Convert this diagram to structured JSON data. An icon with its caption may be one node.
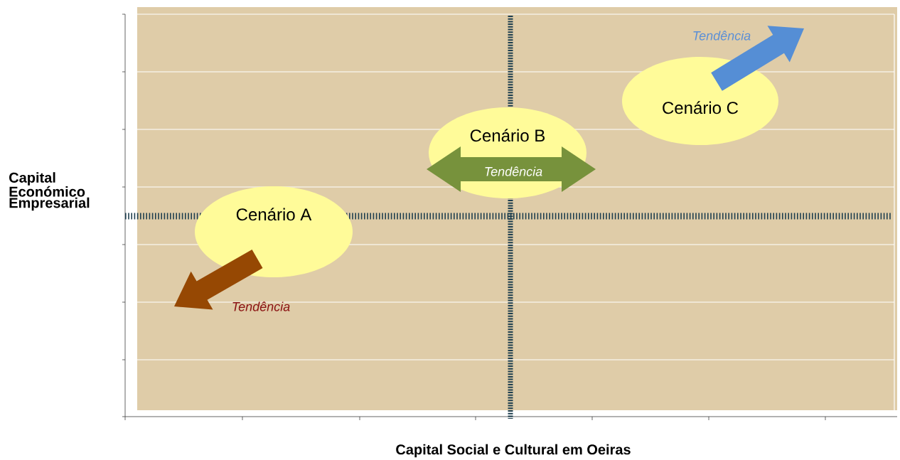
{
  "diagram": {
    "nodes": [
      {
        "text": [
          "Cenário A"
        ]
      },
      {
        "text": [
          "Cenário B"
        ]
      },
      {
        "text": [
          "Cenário C"
        ]
      }
    ],
    "labels": [
      "Tendência",
      "Tendência",
      "Capital Económico Empresarial",
      "Tendência",
      "Capital Social e Cultural em Oeiras"
    ]
  }
}
